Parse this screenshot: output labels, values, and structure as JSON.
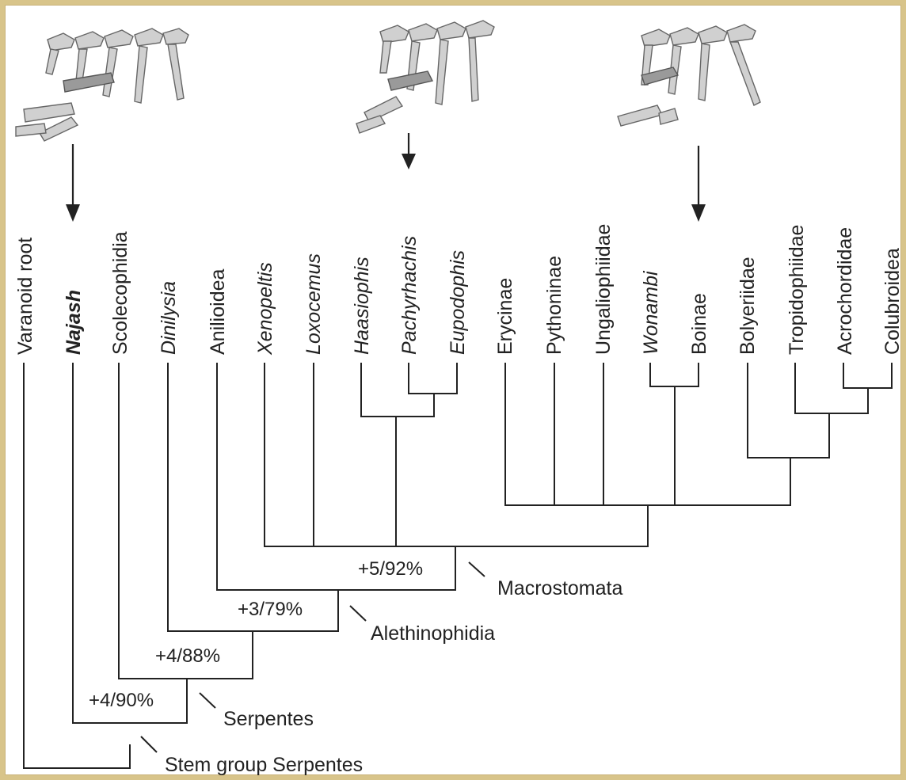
{
  "taxa": {
    "varanoid_root": "Varanoid root",
    "najash": "Najash",
    "scolecophidia": "Scolecophidia",
    "dinilysia": "Dinilysia",
    "anilioidea": "Anilioidea",
    "xenopeltis": "Xenopeltis",
    "loxocemus": "Loxocemus",
    "haasiophis": "Haasiophis",
    "pachyrhachis": "Pachyrhachis",
    "eupodophis": "Eupodophis",
    "erycinae": "Erycinae",
    "pythoninae": "Pythoninae",
    "ungaliophiidae": "Ungaliophiidae",
    "wonambi": "Wonambi",
    "boinae": "Boinae",
    "bolyeriidae": "Bolyeriidae",
    "tropidophiidae": "Tropidophiidae",
    "acrochordidae": "Acrochordidae",
    "colubroidea": "Colubroidea"
  },
  "support_values": {
    "serpentes": "+4/90%",
    "scolecophidia_node": "+4/88%",
    "alethinophidia": "+3/79%",
    "macrostomata": "+5/92%"
  },
  "clades": {
    "macrostomata": "Macrostomata",
    "alethinophidia": "Alethinophidia",
    "serpentes": "Serpentes",
    "stem_group": "Stem group Serpentes"
  },
  "illustrations": [
    {
      "depicts": "vertebrae-ribs-hindlimb",
      "points_to": "Najash"
    },
    {
      "depicts": "vertebrae-ribs-hindlimb",
      "points_to": "Pachyrhachis"
    },
    {
      "depicts": "vertebrae-ribs-hindlimb",
      "points_to": "Boinae"
    }
  ]
}
